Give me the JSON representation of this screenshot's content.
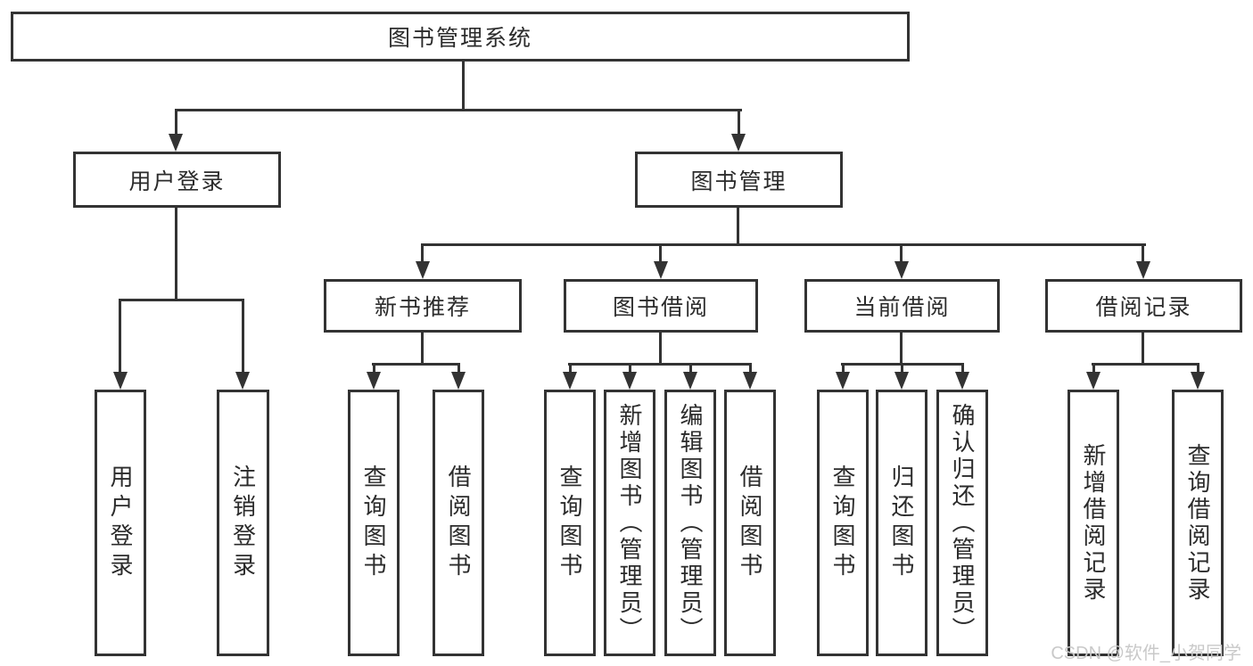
{
  "diagram": {
    "root": {
      "label": "图书管理系统",
      "children": [
        {
          "label": "用户登录",
          "children": [
            "用户登录",
            "注销登录"
          ]
        },
        {
          "label": "图书管理",
          "children": [
            {
              "label": "新书推荐",
              "children": [
                "查询图书",
                "借阅图书"
              ]
            },
            {
              "label": "图书借阅",
              "children": [
                "查询图书",
                "新增图书（管理员）",
                "编辑图书（管理员）",
                "借阅图书"
              ]
            },
            {
              "label": "当前借阅",
              "children": [
                "查询图书",
                "归还图书",
                "确认归还（管理员）"
              ]
            },
            {
              "label": "借阅记录",
              "children": [
                "新增借阅记录",
                "查询借阅记录"
              ]
            }
          ]
        }
      ]
    }
  },
  "watermark": {
    "text": "CSDN @软件_小贺同学",
    "color": "#c9c9c9"
  },
  "colors": {
    "line": "#333333",
    "box_border": "#333333",
    "text": "#2b2b2b",
    "background": "#ffffff"
  }
}
